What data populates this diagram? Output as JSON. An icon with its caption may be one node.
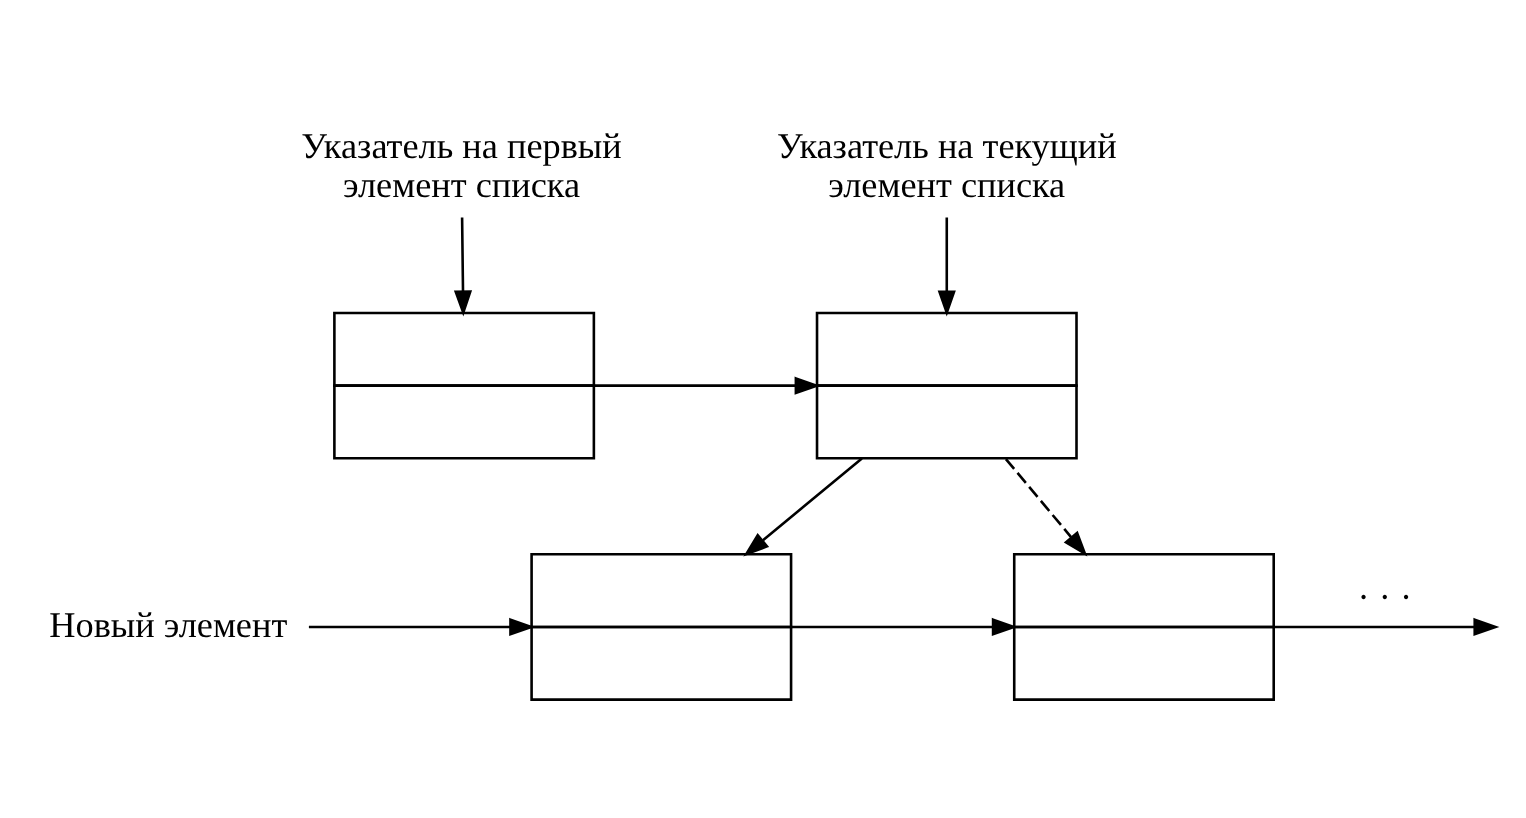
{
  "diagram": {
    "nodes": [
      {
        "text": [
          "Указатель на первый элемент списка"
        ]
      },
      {
        "text": [
          "Указатель на текущий элемент списка"
        ]
      },
      {
        "text": [],
        "shape": "box"
      },
      {
        "text": [],
        "shape": "box"
      },
      {
        "text": [],
        "shape": "box"
      },
      {
        "text": [],
        "shape": "box"
      },
      {
        "text": [
          "Новый элемент"
        ]
      }
    ],
    "edges": [
      {
        "from": 0,
        "to": 2,
        "arrow": "to"
      },
      {
        "from": 1,
        "to": 3,
        "arrow": "to"
      },
      {
        "from": 2,
        "to": 3,
        "arrow": "to"
      },
      {
        "from": 3,
        "to": 4,
        "arrow": "to",
        "style": "dashed"
      },
      {
        "from": 3,
        "to": 5,
        "arrow": "to"
      },
      {
        "from": 5,
        "to": 4,
        "arrow": "to"
      },
      {
        "from": 4,
        "to": null,
        "arrow": "to",
        "label": "· · ·"
      },
      {
        "from": 6,
        "to": 5,
        "arrow": "to"
      }
    ]
  }
}
